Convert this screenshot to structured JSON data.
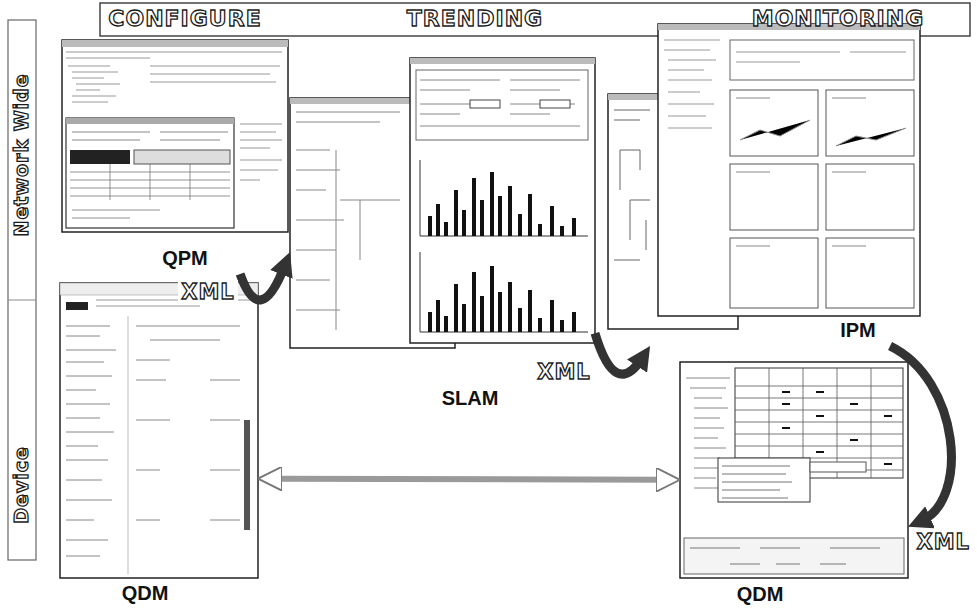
{
  "diagram": {
    "nodes": [
      {
        "text": [
          "QPM"
        ]
      },
      {
        "text": [
          "SLAM"
        ]
      },
      {
        "text": [
          "IPM"
        ]
      },
      {
        "text": [
          "QDM"
        ]
      },
      {
        "text": [
          "QDM"
        ]
      }
    ],
    "edges": [
      {
        "from": 0,
        "to": 1,
        "arrow": "to",
        "label": "XML"
      },
      {
        "from": 1,
        "to": 2,
        "arrow": "to",
        "label": "XML"
      },
      {
        "from": 2,
        "to": 4,
        "arrow": "to",
        "label": "XML"
      },
      {
        "from": 3,
        "to": 4,
        "arrow": "both"
      }
    ],
    "labels": [
      "CONFIGURE",
      "TRENDING",
      "MONITORING",
      "Network Wide",
      "Device"
    ]
  }
}
